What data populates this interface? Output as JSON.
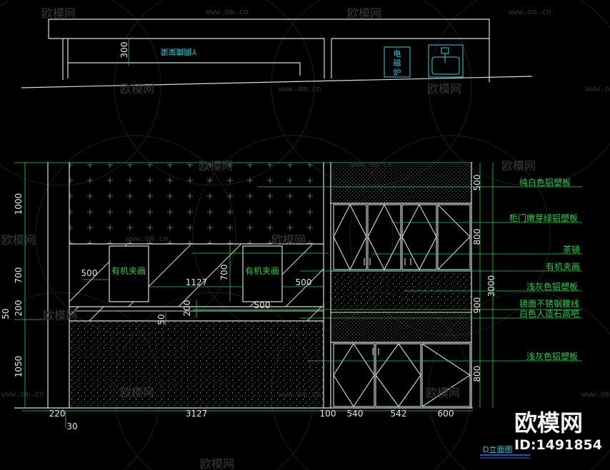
{
  "watermark": {
    "brand": "欧模网",
    "site": "www.om.cn"
  },
  "plan": {
    "hood_dim": "300",
    "mirror_text": "Y鋼鐵架梁",
    "stove_label": "电磁炉"
  },
  "dimensions": {
    "left": [
      "1000",
      "700",
      "200",
      "50",
      "1050"
    ],
    "right": [
      "500",
      "800",
      "3000",
      "900",
      "800"
    ],
    "bottom": [
      "220",
      "3127",
      "100",
      "540",
      "542",
      "600"
    ],
    "bottom_extra": "30",
    "inner": [
      "500",
      "1127",
      "700",
      "500",
      "500",
      "200",
      "50"
    ]
  },
  "callouts": {
    "inner_glass": [
      "有机夹画",
      "有机夹画"
    ],
    "right": [
      "纯白色铝塑板",
      "柜门嫩芽绿铝塑板",
      "茶镜",
      "有机夹画",
      "浅灰色铝塑板",
      "镜面不锈钢腰线",
      "白色人造石高吧",
      "浅灰色铝塑板"
    ]
  },
  "title": "D立面图",
  "logo": {
    "name": "欧模网",
    "id": "ID:1491854"
  }
}
